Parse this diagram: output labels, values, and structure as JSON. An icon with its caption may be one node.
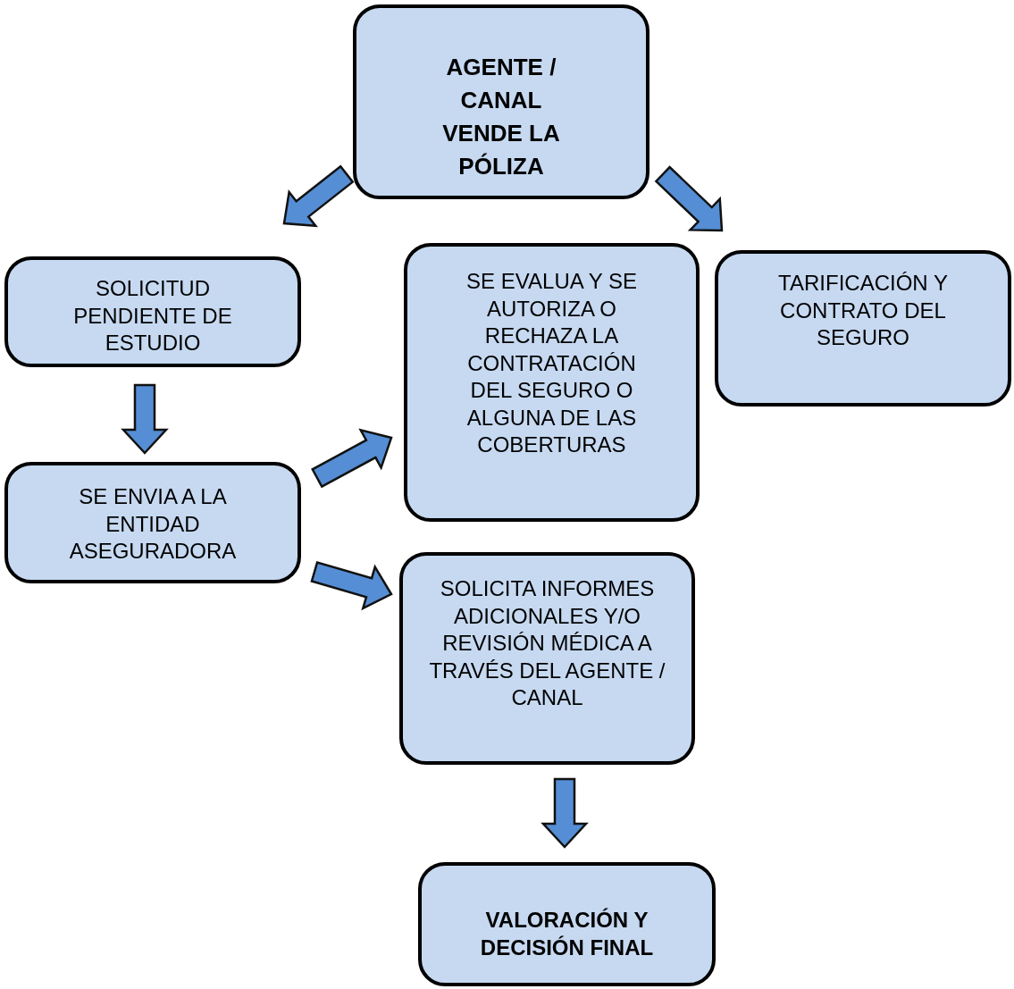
{
  "diagram": {
    "nodes": [
      {
        "text": [
          "AGENTE / CANAL VENDE LA PÓLIZA"
        ]
      },
      {
        "text": [
          "SOLICITUD PENDIENTE DE ESTUDIO"
        ]
      },
      {
        "text": [
          "SE EVALUA Y SE AUTORIZA O RECHAZA LA CONTRATACIÓN DEL SEGURO O ALGUNA DE LAS COBERTURAS"
        ]
      },
      {
        "text": [
          "TARIFICACIÓN Y CONTRATO DEL SEGURO"
        ]
      },
      {
        "text": [
          "SE ENVIA A LA ENTIDAD ASEGURADORA"
        ]
      },
      {
        "text": [
          "SOLICITA INFORMES ADICIONALES Y/O REVISIÓN MÉDICA A TRAVÉS DEL AGENTE / CANAL"
        ]
      },
      {
        "text": [
          "VALORACIÓN Y DECISIÓN FINAL"
        ]
      }
    ],
    "edges": [
      {
        "from": 0,
        "to": 1,
        "arrow": "to"
      },
      {
        "from": 0,
        "to": 3,
        "arrow": "to"
      },
      {
        "from": 1,
        "to": 4,
        "arrow": "to"
      },
      {
        "from": 4,
        "to": 2,
        "arrow": "to"
      },
      {
        "from": 4,
        "to": 5,
        "arrow": "to"
      },
      {
        "from": 5,
        "to": 6,
        "arrow": "to"
      }
    ]
  }
}
